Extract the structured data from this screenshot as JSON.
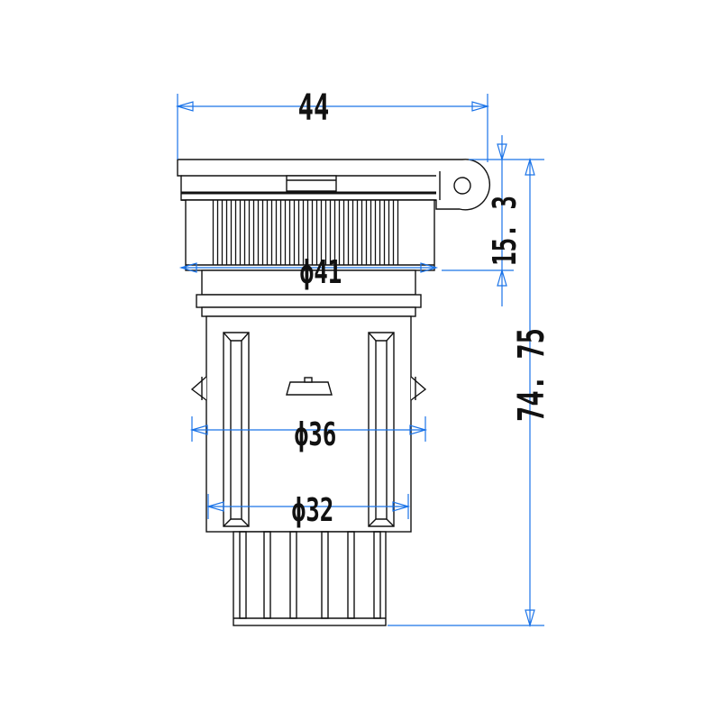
{
  "diagram": {
    "dimensions": {
      "overall_width": "44",
      "cap_height": "15. 3",
      "overall_height": "74. 75",
      "diameter_cap": "ϕ41",
      "diameter_body": "ϕ36",
      "diameter_neck": "ϕ32"
    }
  },
  "colors": {
    "outline": "#111111",
    "dimension_line": "#1a73e8",
    "background": "#ffffff"
  }
}
